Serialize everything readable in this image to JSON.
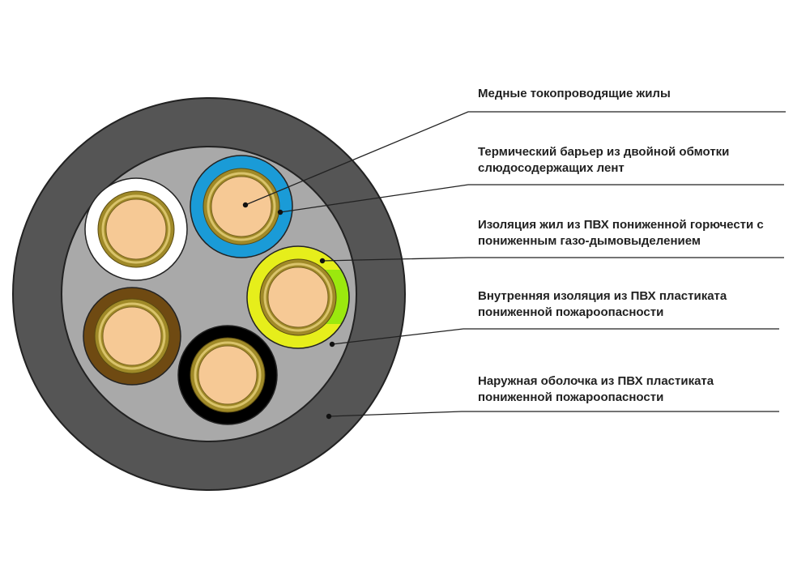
{
  "colors": {
    "outer_sheath": "#555555",
    "inner_filler": "#a9a9a9",
    "copper": "#f6c995",
    "barrier": "#a08a28",
    "leader": "#222222",
    "text": "#222222"
  },
  "cores": [
    {
      "name": "core-white",
      "insulation": "#ffffff"
    },
    {
      "name": "core-blue",
      "insulation": "#1a9bd7"
    },
    {
      "name": "core-yellow-green",
      "insulation": [
        "#e6ee1b",
        "#9be80e"
      ]
    },
    {
      "name": "core-brown",
      "insulation": "#6f4a12"
    },
    {
      "name": "core-black",
      "insulation": "#000000"
    }
  ],
  "labels": [
    {
      "line1": "Медные токопроводящие жилы",
      "line2": ""
    },
    {
      "line1": "Термический барьер из двойной обмотки",
      "line2": "слюдосодержащих лент"
    },
    {
      "line1": "Изоляция жил из ПВХ пониженной горючести с",
      "line2": "пониженным газо-дымовыделением"
    },
    {
      "line1": "Внутренняя изоляция из ПВХ пластиката",
      "line2": "пониженной пожароопасности"
    },
    {
      "line1": "Наружная оболочка из ПВХ пластиката",
      "line2": "пониженной пожароопасности"
    }
  ]
}
